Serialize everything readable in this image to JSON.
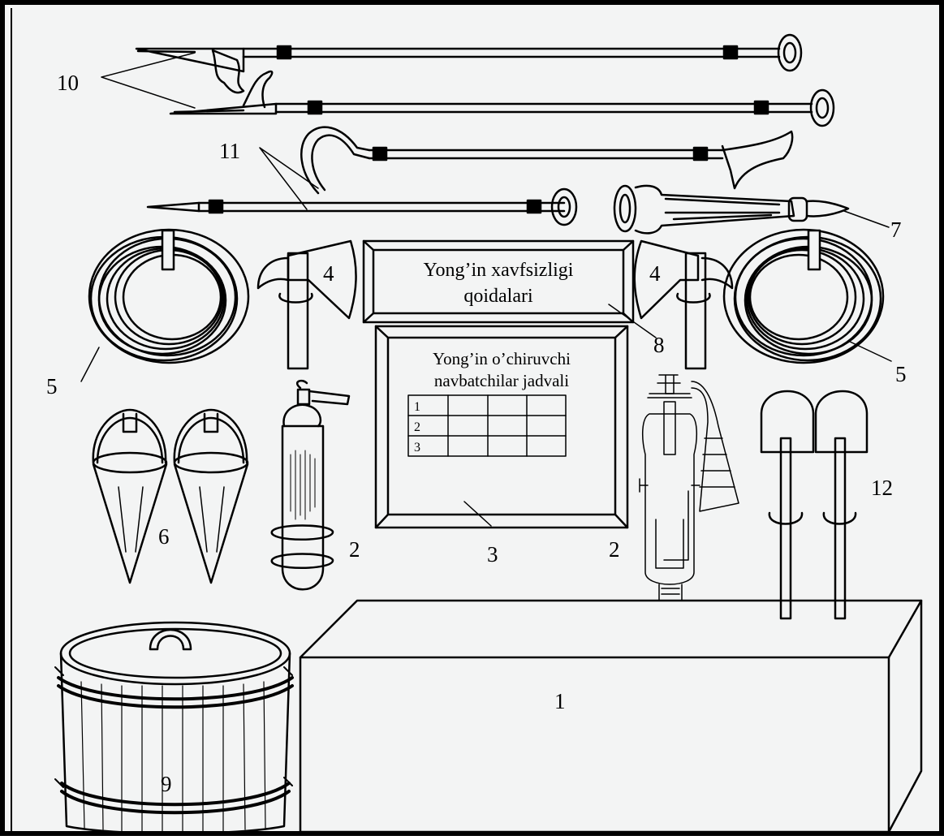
{
  "figure": {
    "title_sign": {
      "line1": "Yong’in xavfsizligi",
      "line2": "qoidalari"
    },
    "schedule_board": {
      "line1": "Yong’in o’chiruvchi",
      "line2": "navbatchilar jadvali",
      "rows": [
        "1",
        "2",
        "3"
      ]
    },
    "labels": {
      "box": "1",
      "extinguisher_left": "2",
      "extinguisher_right": "2",
      "schedule": "3",
      "axe_left": "4",
      "axe_right": "4",
      "hose_left": "5",
      "hose_right": "5",
      "buckets": "6",
      "nozzle": "7",
      "sign": "8",
      "barrel": "9",
      "hooks": "10",
      "crowbars": "11",
      "shovels": "12"
    }
  },
  "colors": {
    "line": "#000000",
    "background": "#ffffff",
    "wall": "#f3f4f4"
  }
}
